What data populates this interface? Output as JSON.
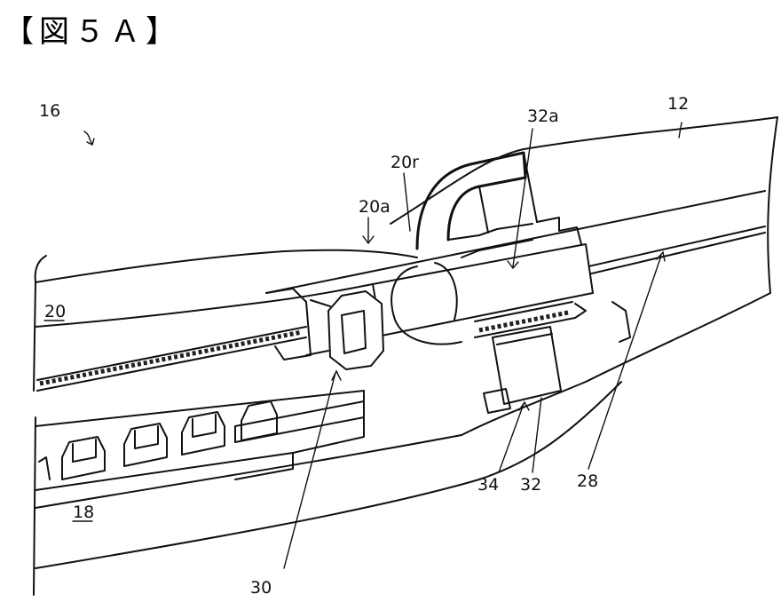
{
  "figure": {
    "title": "【図５Ａ】"
  },
  "labels": {
    "device": "16",
    "housing": "12",
    "shaft_end": "32a",
    "jaw_end": "20r",
    "jaw_edge": "20a",
    "jaw": "20",
    "body": "18",
    "pin": "30",
    "clip": "34",
    "slider": "32",
    "rail": "28"
  },
  "colors": {
    "ink": "#111111",
    "paper": "#ffffff"
  }
}
